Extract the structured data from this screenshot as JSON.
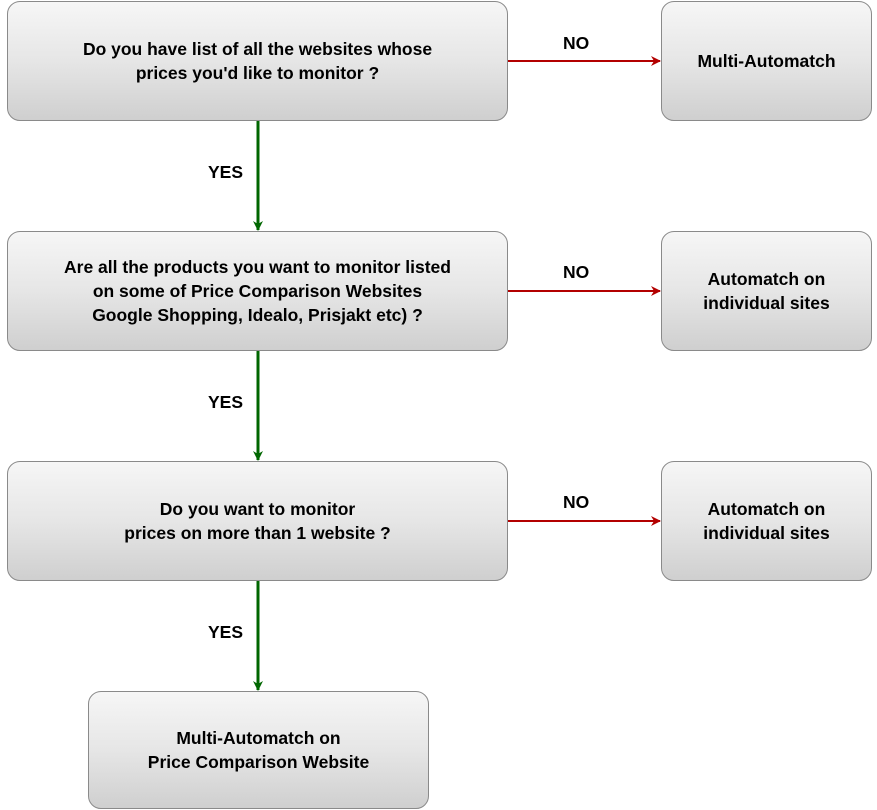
{
  "nodes": {
    "q1": "Do you have list of all the websites whose\nprices you'd like to monitor ?",
    "q2": "Are all the products you want to monitor listed\non some of Price Comparison Websites\nGoogle Shopping, Idealo, Prisjakt etc) ?",
    "q3": "Do you want to monitor\nprices on more than 1 website ?",
    "final": "Multi-Automatch on\nPrice Comparison Website",
    "r1": "Multi-Automatch",
    "r2": "Automatch on\nindividual sites",
    "r3": "Automatch on\nindividual sites"
  },
  "edges": {
    "no_label": "NO",
    "yes_label": "YES",
    "no_color": "#b30000",
    "yes_color": "#006600"
  }
}
